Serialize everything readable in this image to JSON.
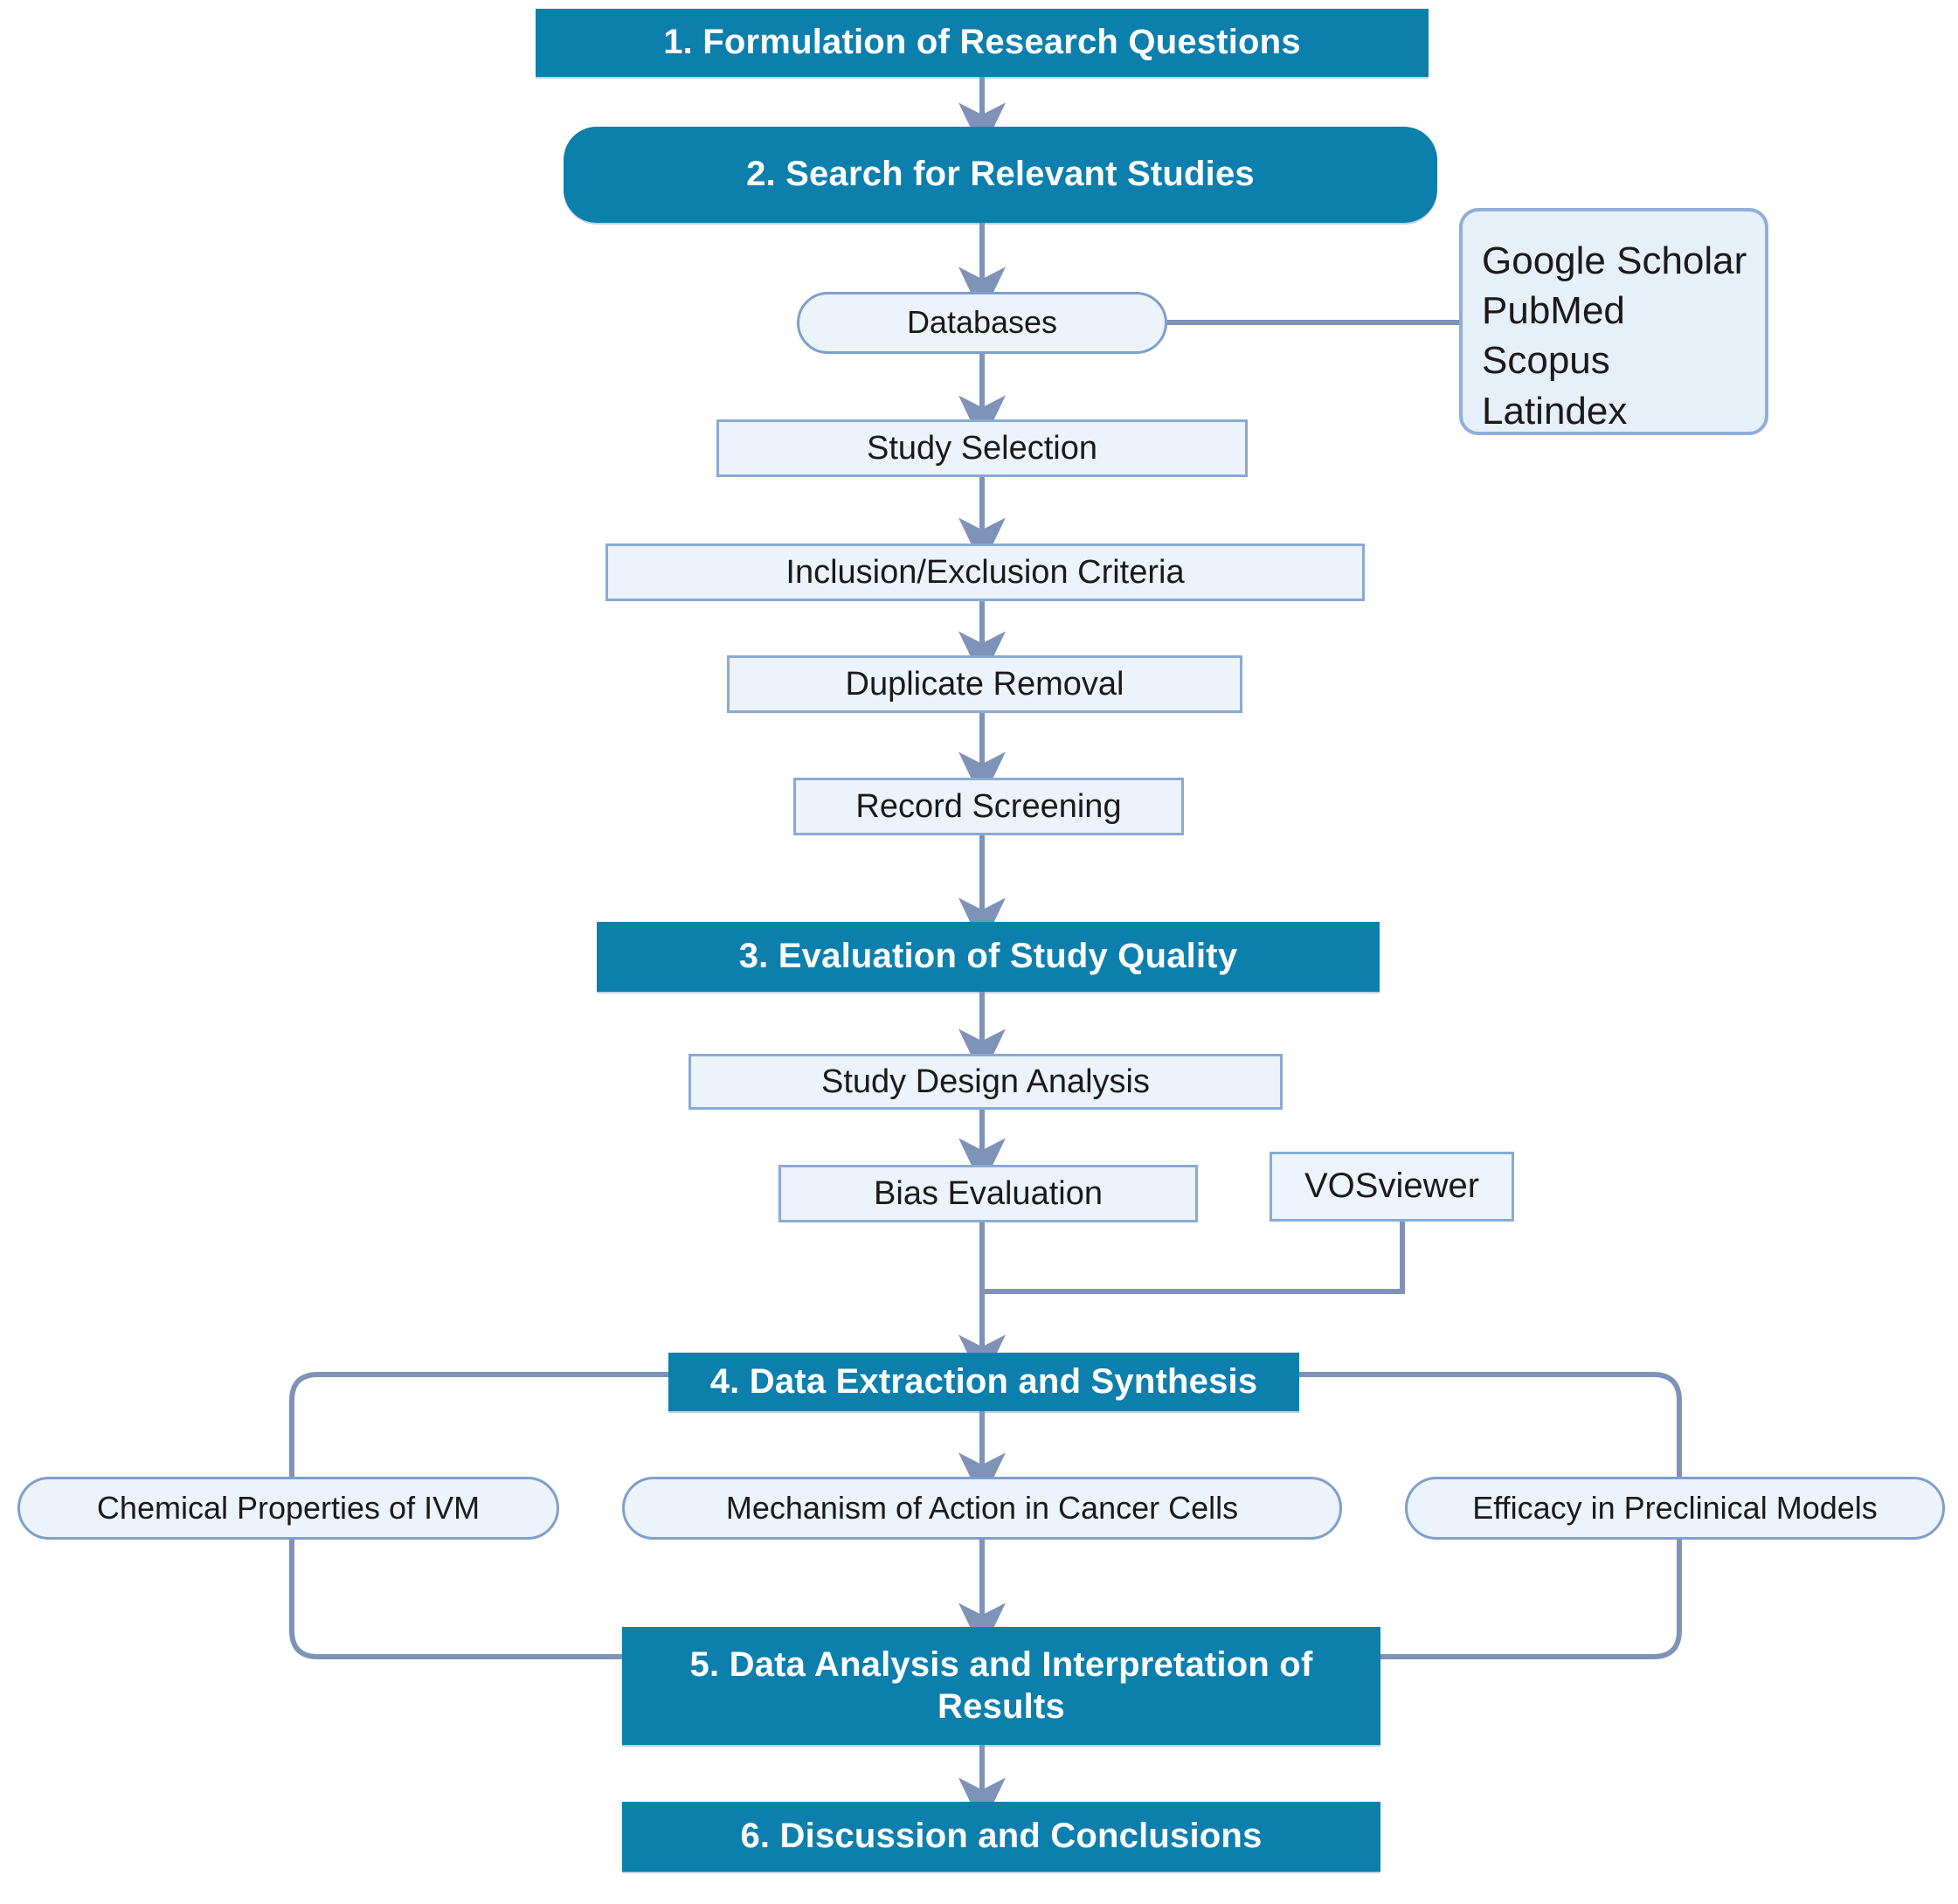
{
  "diagram": {
    "title": "Systematic review methodology flowchart",
    "colors": {
      "primary_fill": "#0C7FAC",
      "primary_text": "#FFFFFF",
      "secondary_fill": "#EDF3FA",
      "secondary_border": "#89AAD4",
      "note_fill": "#E7EFF9",
      "note_border": "#8FAEDA",
      "connector": "#7F92B8",
      "background": "#FFFFFF"
    },
    "steps": {
      "step1": "1.   Formulation of Research Questions",
      "step2": "2. Search for Relevant Studies",
      "step3": "3. Evaluation of Study Quality",
      "step4": "4. Data Extraction and Synthesis",
      "step5_line1": "5. Data Analysis and Interpretation of",
      "step5_line2": "Results",
      "step6": "6. Discussion and Conclusions"
    },
    "process": {
      "databases": "Databases",
      "study_selection": "Study Selection",
      "inclusion_exclusion": "Inclusion/Exclusion Criteria",
      "duplicate_removal": "Duplicate Removal",
      "record_screening": "Record Screening",
      "study_design_analysis": "Study Design Analysis",
      "bias_evaluation": "Bias Evaluation"
    },
    "tools": {
      "vosviewer": "VOSviewer"
    },
    "database_list": {
      "items": [
        "Google Scholar",
        "PubMed",
        "Scopus",
        "Latindex"
      ]
    },
    "synthesis_topics": {
      "left": "Chemical Properties of IVM",
      "center": "Mechanism of Action in Cancer Cells",
      "right": "Efficacy in Preclinical Models"
    }
  }
}
